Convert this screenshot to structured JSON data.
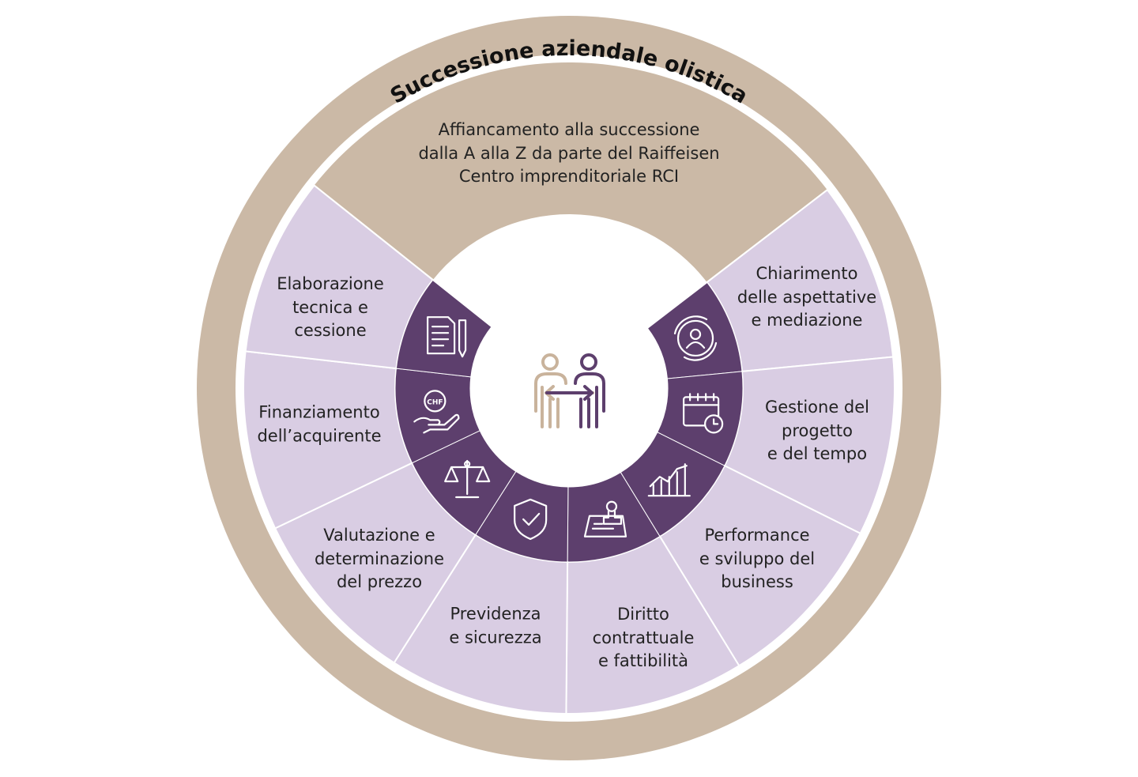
{
  "title": "Successione aziendale olistica",
  "colors": {
    "ring": "#cbb9a6",
    "segment": "#d9cde3",
    "icon_band": "#5d3f6d",
    "center_tan": "#c9b39c",
    "center_purple": "#5d3f6d"
  },
  "top_segment": {
    "lines": [
      "Affiancamento alla successione",
      "dalla A alla Z da parte del Raiffeisen",
      "Centro imprenditoriale RCI"
    ]
  },
  "segments": [
    {
      "id": "chiarimento",
      "icon": "person-cycle-icon",
      "lines": [
        "Chiarimento",
        "delle aspettative",
        "e mediazione"
      ]
    },
    {
      "id": "gestione",
      "icon": "calendar-clock-icon",
      "lines": [
        "Gestione del",
        "progetto",
        "e del tempo"
      ]
    },
    {
      "id": "performance",
      "icon": "chart-growth-icon",
      "lines": [
        "Performance",
        "e sviluppo del",
        "business"
      ]
    },
    {
      "id": "diritto",
      "icon": "stamp-icon",
      "lines": [
        "Diritto",
        "contrattuale",
        "e fattibilità"
      ]
    },
    {
      "id": "previdenza",
      "icon": "shield-check-icon",
      "lines": [
        "Previdenza",
        "e sicurezza"
      ]
    },
    {
      "id": "valutazione",
      "icon": "scales-icon",
      "lines": [
        "Valutazione e",
        "determinazione",
        "del prezzo"
      ]
    },
    {
      "id": "finanziamento",
      "icon": "hand-chf-icon",
      "icon_text": "CHF",
      "lines": [
        "Finanziamento",
        "dell’acquirente"
      ]
    },
    {
      "id": "elaborazione",
      "icon": "document-pen-icon",
      "lines": [
        "Elaborazione",
        "tecnica e",
        "cessione"
      ]
    }
  ]
}
